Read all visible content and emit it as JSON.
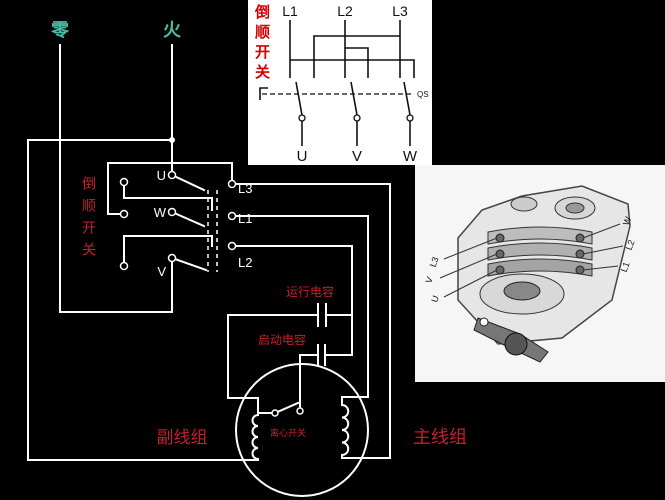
{
  "colors": {
    "background": "#000000",
    "wire": "#ffffff",
    "supply_label": "#46bfa6",
    "red_label": "#c4202c",
    "inset_background": "#ffffff",
    "inset_title": "#d40000"
  },
  "supply": {
    "neutral": "零",
    "live": "火"
  },
  "switch": {
    "title": "倒顺开关",
    "terminals": {
      "u": "U",
      "w": "W",
      "v": "V",
      "l3": "L3",
      "l1": "L1",
      "l2": "L2"
    }
  },
  "capacitors": {
    "run": "运行电容",
    "start": "启动电容"
  },
  "motor": {
    "centrifugal_switch": "离心开关",
    "auxiliary_winding": "副线组",
    "main_winding": "主线组"
  },
  "schematic_inset": {
    "title": "倒顺开关",
    "inputs": [
      "L1",
      "L2",
      "L3"
    ],
    "outputs": [
      "U",
      "V",
      "W"
    ],
    "switch_tag": "QS"
  },
  "photo_inset": {
    "labels_left": [
      "L3",
      "V",
      "U"
    ],
    "labels_right": [
      "W",
      "L2",
      "L1"
    ]
  }
}
